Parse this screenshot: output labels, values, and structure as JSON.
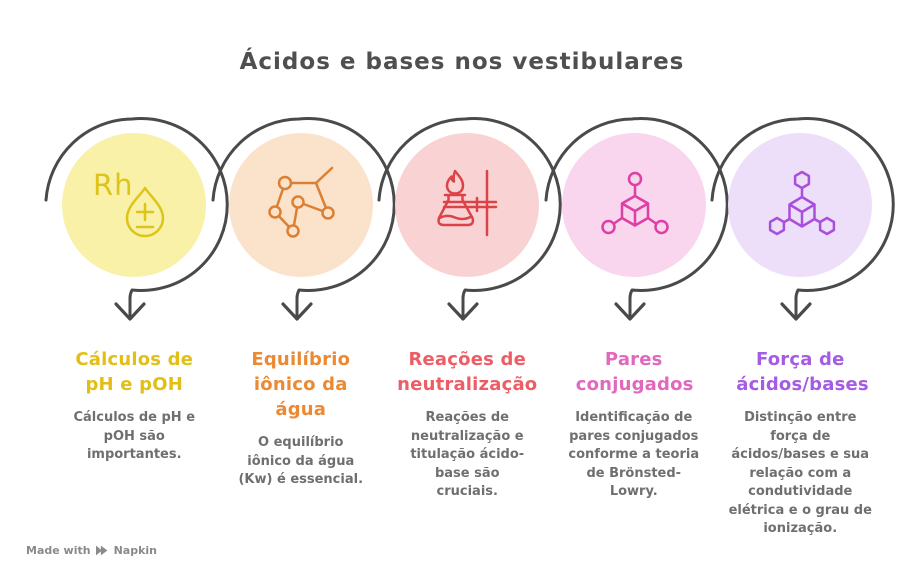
{
  "title": "Ácidos e bases nos vestibulares",
  "colors": {
    "title": "#4F4F4F",
    "arrow": "#4A4A4A",
    "body_text": "#6F6F6F",
    "footer_text": "#8A8A8A"
  },
  "items": [
    {
      "icon": "ph-drop-icon",
      "icon_label": "Rh",
      "circle_fill": "#F8F1A7",
      "icon_color": "#DDC41A",
      "heading": "Cálculos de pH e pOH",
      "heading_color": "#E3BE14",
      "body": "Cálculos de pH e pOH são importantes."
    },
    {
      "icon": "molecule-network-icon",
      "circle_fill": "#FBE3CB",
      "icon_color": "#DD7F33",
      "heading": "Equilíbrio iônico da água",
      "heading_color": "#EC8A33",
      "body": "O equilíbrio iônico da água (Kw) é essencial."
    },
    {
      "icon": "burner-titration-icon",
      "circle_fill": "#F9D3D3",
      "icon_color": "#DC4348",
      "heading": "Reações de neutralização",
      "heading_color": "#EE5D65",
      "body": "Reações de neutralização e titulação ácido-base são cruciais."
    },
    {
      "icon": "cube-molecule-icon",
      "circle_fill": "#F9D5EE",
      "icon_color": "#DE3FA5",
      "heading": "Pares conjugados",
      "heading_color": "#E268BE",
      "body": "Identificação de pares conjugados conforme a teoria de Brönsted-Lowry."
    },
    {
      "icon": "hex-molecule-icon",
      "circle_fill": "#EDDEF9",
      "icon_color": "#A84FDC",
      "heading": "Força de ácidos/bases",
      "heading_color": "#A55BE3",
      "body": "Distinção entre força de ácidos/bases e sua relação com a condutividade elétrica e o grau de ionização."
    }
  ],
  "footer": {
    "made_with": "Made with",
    "brand": "Napkin"
  }
}
